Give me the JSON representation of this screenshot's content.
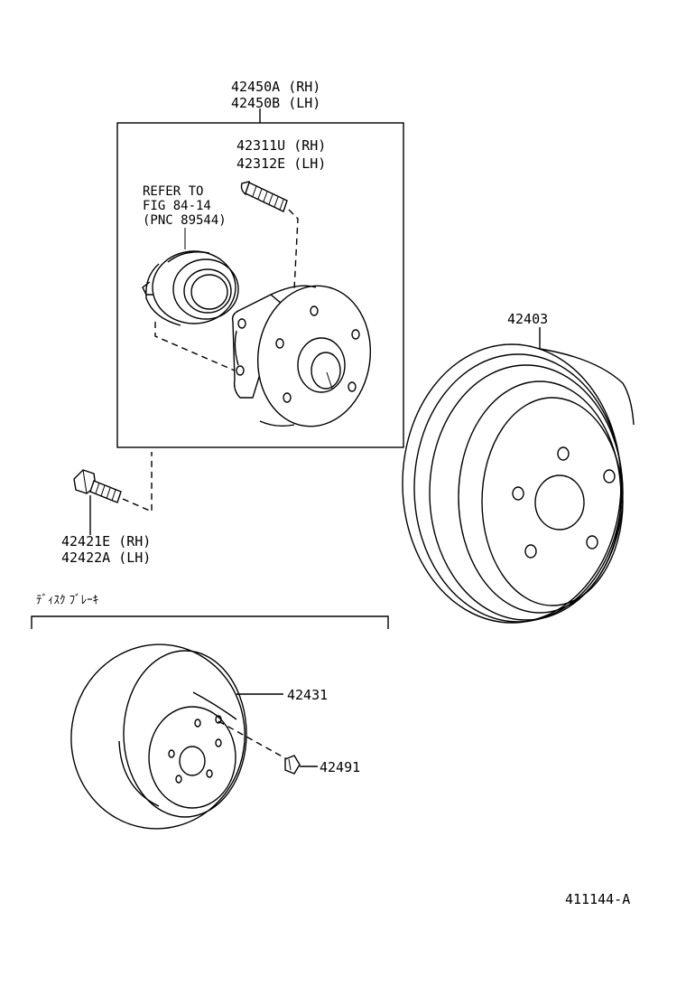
{
  "diagram": {
    "assembly_label_rh": "42450A (RH)",
    "assembly_label_lh": "42450B (LH)",
    "stud_label_rh": "42311U (RH)",
    "stud_label_lh": "42312E (LH)",
    "refer_line1": "REFER TO",
    "refer_line2": "FIG 84-14",
    "refer_line3": "(PNC 89544)",
    "bolt_label_rh": "42421E (RH)",
    "bolt_label_lh": "42422A (LH)",
    "drum_label": "42403",
    "disc_section_label": "ﾃﾞｨｽｸ ﾌﾞﾚｰｷ",
    "disc_label": "42431",
    "screw_label": "42491",
    "figure_code": "411144-A"
  }
}
